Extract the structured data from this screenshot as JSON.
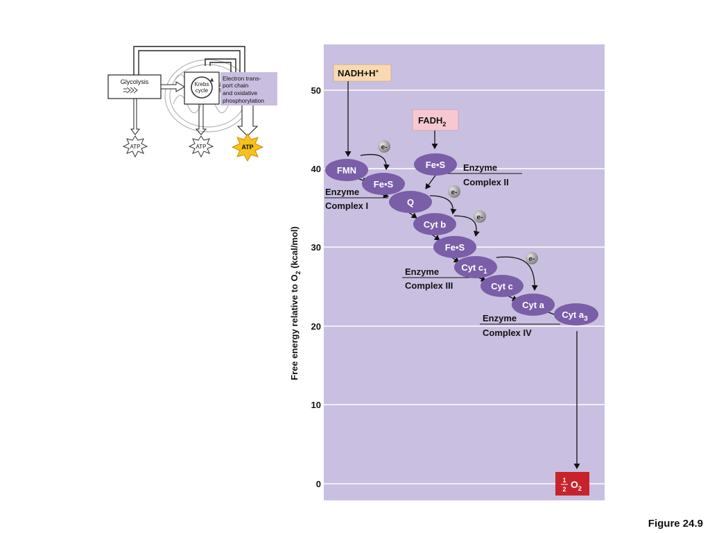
{
  "inset": {
    "glycolysis": "Glycolysis",
    "krebs_line1": "Krebs",
    "krebs_line2": "cycle",
    "etc_lines": [
      "Electron trans-",
      "port chain",
      "and oxidative",
      "phosphorylation"
    ],
    "atp": "ATP",
    "colors": {
      "highlight_box": "#c9bedf",
      "atp_star": "#f6c21c"
    }
  },
  "chart": {
    "y_axis": {
      "label_prefix": "Free energy relative to O",
      "label_sub": "2",
      "label_suffix": " (kcal/mol)",
      "ticks": [
        "50",
        "40",
        "30",
        "20",
        "10",
        "0"
      ]
    },
    "nadh_label": "NADH+H",
    "nadh_sup": "+",
    "fadh_label": "FADH",
    "fadh_sub": "2",
    "electron": "e-",
    "carriers": {
      "fmn": "FMN",
      "fes1": "Fe•S",
      "fes2": "Fe•S",
      "q": "Q",
      "cytb": "Cyt b",
      "fes3": "Fe•S",
      "cytc1": "Cyt c",
      "cytc1_sub": "1",
      "cytc": "Cyt c",
      "cyta": "Cyt a",
      "cyta3": "Cyt a",
      "cyta3_sub": "3"
    },
    "complexes": {
      "c1": [
        "Enzyme",
        "Complex I"
      ],
      "c2": [
        "Enzyme",
        "Complex II"
      ],
      "c3": [
        "Enzyme",
        "Complex III"
      ],
      "c4": [
        "Enzyme",
        "Complex IV"
      ]
    },
    "oxygen": {
      "num": "1",
      "den": "2",
      "label": "O",
      "sub": "2"
    },
    "colors": {
      "panel": "#c9bfe0",
      "carrier": "#7a5ea8",
      "nadh_box": "#fbd9b0",
      "fadh_box": "#f7c8d2",
      "o2_box": "#c8232c",
      "electron": "#9a9a9a"
    }
  },
  "caption": "Figure 24.9"
}
